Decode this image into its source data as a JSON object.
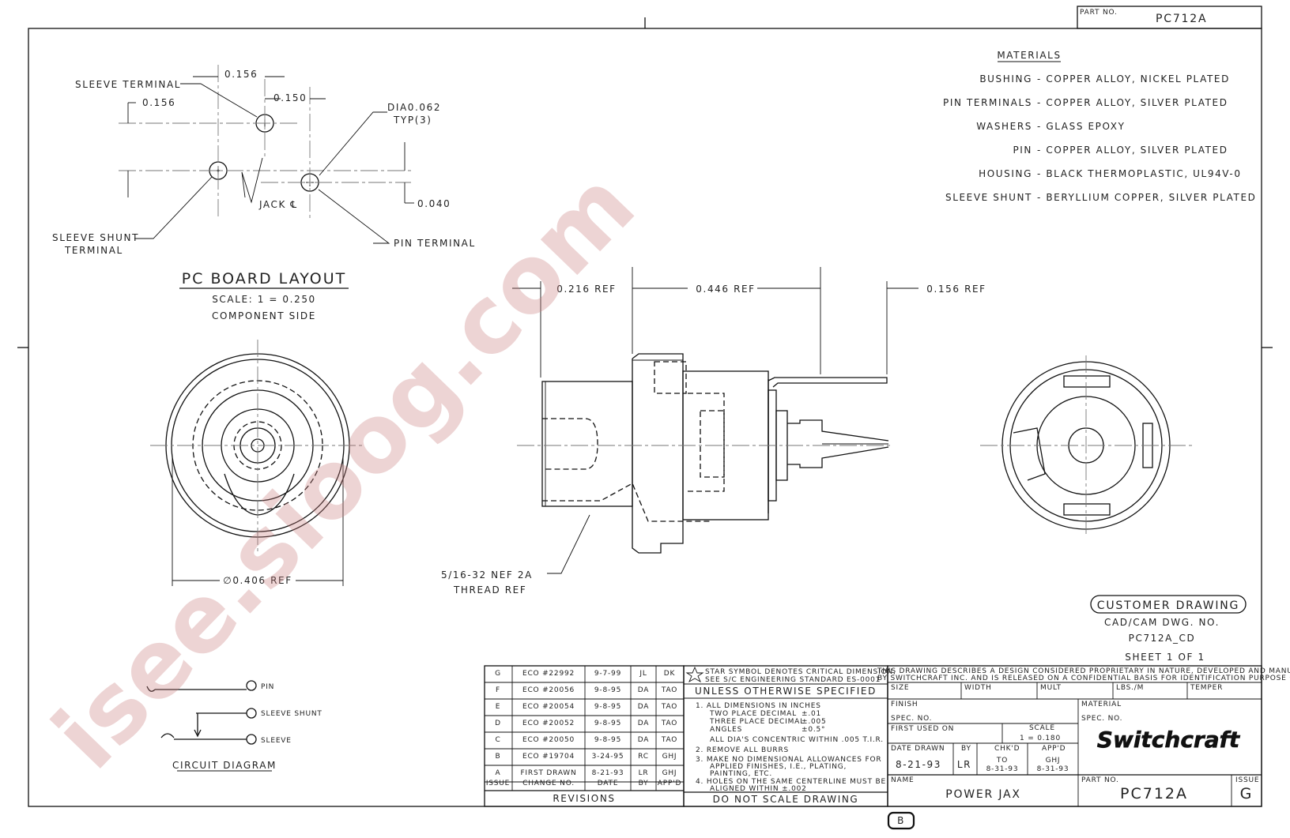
{
  "part_no_label": "PART NO.",
  "part_no": "PC712A",
  "materials": {
    "title": "MATERIALS",
    "items": [
      {
        "part": "BUSHING",
        "spec": "- COPPER ALLOY, NICKEL PLATED"
      },
      {
        "part": "PIN TERMINALS",
        "spec": "- COPPER ALLOY, SILVER PLATED"
      },
      {
        "part": "WASHERS",
        "spec": "- GLASS EPOXY"
      },
      {
        "part": "PIN",
        "spec": "- COPPER ALLOY, SILVER PLATED"
      },
      {
        "part": "HOUSING",
        "spec": "- BLACK THERMOPLASTIC, UL94V-0"
      },
      {
        "part": "SLEEVE SHUNT",
        "spec": "- BERYLLIUM COPPER, SILVER PLATED"
      }
    ]
  },
  "pcb": {
    "sleeve_terminal": "SLEEVE TERMINAL",
    "dim_0156_top": "0.156",
    "dim_0156_left": "0.156",
    "dim_0150": "0.150",
    "dia_line1": "DIA0.062",
    "dia_line2": "TYP(3)",
    "jack": "JACK ℄",
    "dim_0040": "0.040",
    "sleeve_shunt_line1": "SLEEVE SHUNT",
    "sleeve_shunt_line2": "TERMINAL",
    "pin_terminal": "PIN TERMINAL",
    "title": "PC BOARD LAYOUT",
    "scale": "SCALE: 1 = 0.250",
    "side": "COMPONENT SIDE"
  },
  "front_view": {
    "diameter": "∅0.406 REF"
  },
  "side_view": {
    "dim_0216": "0.216 REF",
    "dim_0446": "0.446 REF",
    "dim_0156": "0.156 REF",
    "thread_line1": "5/16-32 NEF 2A",
    "thread_line2": "THREAD REF"
  },
  "customer": {
    "title": "CUSTOMER DRAWING",
    "cad": "CAD/CAM DWG. NO.",
    "cad_no": "PC712A_CD",
    "sheet": "SHEET 1 OF 1"
  },
  "circuit": {
    "pin": "PIN",
    "sleeve_shunt": "SLEEVE SHUNT",
    "sleeve": "SLEEVE",
    "title": "CIRCUIT DIAGRAM"
  },
  "revisions": {
    "rows": [
      {
        "issue": "G",
        "change": "ECO #22992",
        "date": "9-7-99",
        "by": "JL",
        "app": "DK"
      },
      {
        "issue": "F",
        "change": "ECO #20056",
        "date": "9-8-95",
        "by": "DA",
        "app": "TAO"
      },
      {
        "issue": "E",
        "change": "ECO #20054",
        "date": "9-8-95",
        "by": "DA",
        "app": "TAO"
      },
      {
        "issue": "D",
        "change": "ECO #20052",
        "date": "9-8-95",
        "by": "DA",
        "app": "TAO"
      },
      {
        "issue": "C",
        "change": "ECO #20050",
        "date": "9-8-95",
        "by": "DA",
        "app": "TAO"
      },
      {
        "issue": "B",
        "change": "ECO #19704",
        "date": "3-24-95",
        "by": "RC",
        "app": "GHJ"
      },
      {
        "issue": "A",
        "change": "FIRST DRAWN",
        "date": "8-21-93",
        "by": "LR",
        "app": "GHJ"
      }
    ],
    "headers": {
      "issue": "ISSUE",
      "change": "CHANGE NO.",
      "date": "DATE",
      "by": "BY",
      "app": "APP'D"
    },
    "title": "REVISIONS"
  },
  "notes": {
    "star_line1": "STAR SYMBOL DENOTES CRITICAL DIMENSION,",
    "star_line2": "SEE S/C ENGINEERING STANDARD ES-0001",
    "unless": "UNLESS OTHERWISE SPECIFIED",
    "n1a": "1. ALL DIMENSIONS IN INCHES",
    "n1b": "TWO PLACE DECIMAL",
    "n1b_v": "±.01",
    "n1c": "THREE PLACE DECIMAL",
    "n1c_v": "±.005",
    "n1d": "ANGLES",
    "n1d_v": "±0.5°",
    "n1e": "ALL DIA'S CONCENTRIC WITHIN .005 T.I.R.",
    "n2": "2. REMOVE ALL BURRS",
    "n3a": "3. MAKE NO DIMENSIONAL ALLOWANCES FOR",
    "n3b": "APPLIED FINISHES, I.E., PLATING,",
    "n3c": "PAINTING, ETC.",
    "n4a": "4. HOLES ON THE SAME CENTERLINE MUST BE",
    "n4b": "ALIGNED WITHIN ±.002",
    "do_not_scale": "DO NOT SCALE DRAWING"
  },
  "title_block": {
    "prop_line1": "THIS DRAWING DESCRIBES A DESIGN CONSIDERED PROPRIETARY IN NATURE, DEVELOPED AND MANUFACTURED",
    "prop_line2": "BY SWITCHCRAFT INC. AND IS RELEASED ON A CONFIDENTIAL BASIS FOR IDENTIFICATION PURPOSE ONLY.",
    "size": "SIZE",
    "width": "WIDTH",
    "mult": "MULT",
    "lbs": "LBS./M",
    "temper": "TEMPER",
    "finish": "FINISH",
    "spec_no": "SPEC. NO.",
    "material": "MATERIAL",
    "spec_no2": "SPEC. NO.",
    "first_used_on": "FIRST USED ON",
    "scale_label": "SCALE",
    "scale_value": "1 = 0.180",
    "date_drawn_label": "DATE DRAWN",
    "date_drawn": "8-21-93",
    "by_label": "BY",
    "by": "LR",
    "chkd_label": "CHK'D",
    "chkd_by": "TO",
    "chkd_date": "8-31-93",
    "appd_label": "APP'D",
    "appd_by": "GHJ",
    "appd_date": "8-31-93",
    "brand": "Switchcraft",
    "name_label": "NAME",
    "name": "POWER JAX",
    "part_no_label": "PART NO.",
    "part_no": "PC712A",
    "issue_label": "ISSUE",
    "issue": "G"
  },
  "sheet_badge": "B",
  "watermark": "isee.sioog.com"
}
